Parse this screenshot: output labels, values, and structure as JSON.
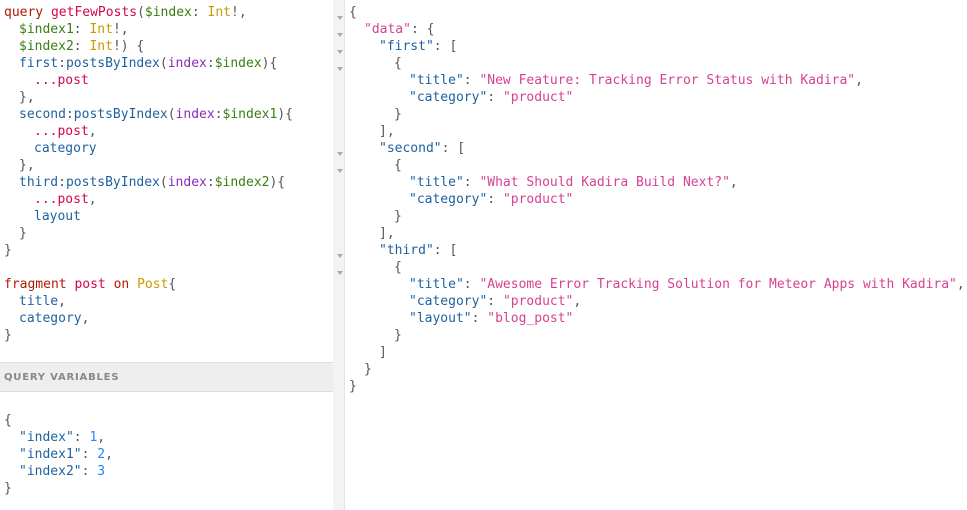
{
  "query": {
    "line1": {
      "kw": "query",
      "name": "getFewPosts",
      "p1": "(",
      "v": "$index",
      "c": ": ",
      "t": "Int",
      "e": "!,"
    },
    "line2": {
      "v": "$index1",
      "c": ": ",
      "t": "Int",
      "e": "!,"
    },
    "line3": {
      "v": "$index2",
      "c": ": ",
      "t": "Int",
      "e": "!) {"
    },
    "line4": {
      "alias": "first",
      "c": ":",
      "field": "postsByIndex",
      "p": "(",
      "arg": "index",
      "c2": ":",
      "v": "$index",
      "e": "){"
    },
    "line5": {
      "spread": "...post"
    },
    "line6": {
      "t": "},"
    },
    "line7": {
      "alias": "second",
      "c": ":",
      "field": "postsByIndex",
      "p": "(",
      "arg": "index",
      "c2": ":",
      "v": "$index1",
      "e": "){"
    },
    "line8": {
      "spread": "...post",
      "e": ","
    },
    "line9": {
      "field": "category"
    },
    "line10": {
      "t": "},"
    },
    "line11": {
      "alias": "third",
      "c": ":",
      "field": "postsByIndex",
      "p": "(",
      "arg": "index",
      "c2": ":",
      "v": "$index2",
      "e": "){"
    },
    "line12": {
      "spread": "...post",
      "e": ","
    },
    "line13": {
      "field": "layout"
    },
    "line14": {
      "t": "}"
    },
    "line15": {
      "t": "}"
    },
    "line16": {
      "kw": "fragment",
      "name": "post",
      "on": "on",
      "type": "Post",
      "e": "{"
    },
    "line17": {
      "field": "title",
      "e": ","
    },
    "line18": {
      "field": "category",
      "e": ","
    },
    "line19": {
      "t": "}"
    }
  },
  "query_variables": {
    "header": "QUERY VARIABLES",
    "open": "{",
    "rows": [
      {
        "key": "\"index\"",
        "sep": ": ",
        "val": "1",
        "end": ","
      },
      {
        "key": "\"index1\"",
        "sep": ": ",
        "val": "2",
        "end": ","
      },
      {
        "key": "\"index2\"",
        "sep": ": ",
        "val": "3",
        "end": ""
      }
    ],
    "close": "}"
  },
  "result": {
    "l1": "{",
    "l2": {
      "key": "\"data\"",
      "e": ": {"
    },
    "l3": {
      "key": "\"first\"",
      "e": ": ["
    },
    "l4": "{",
    "l5": {
      "key": "\"title\"",
      "sep": ": ",
      "val": "\"New Feature: Tracking Error Status with Kadira\"",
      "e": ","
    },
    "l6": {
      "key": "\"category\"",
      "sep": ": ",
      "val": "\"product\"",
      "e": ""
    },
    "l7": "}",
    "l8": "],",
    "l9": {
      "key": "\"second\"",
      "e": ": ["
    },
    "l10": "{",
    "l11": {
      "key": "\"title\"",
      "sep": ": ",
      "val": "\"What Should Kadira Build Next?\"",
      "e": ","
    },
    "l12": {
      "key": "\"category\"",
      "sep": ": ",
      "val": "\"product\"",
      "e": ""
    },
    "l13": "}",
    "l14": "],",
    "l15": {
      "key": "\"third\"",
      "e": ": ["
    },
    "l16": "{",
    "l17": {
      "key": "\"title\"",
      "sep": ": ",
      "val": "\"Awesome Error Tracking Solution for Meteor Apps with Kadira\"",
      "e": ","
    },
    "l18": {
      "key": "\"category\"",
      "sep": ": ",
      "val": "\"product\"",
      "e": ","
    },
    "l19": {
      "key": "\"layout\"",
      "sep": ": ",
      "val": "\"blog_post\"",
      "e": ""
    },
    "l20": "}",
    "l21": "]",
    "l22": "}",
    "l23": "}"
  },
  "colors": {
    "keyword": "#b11a04",
    "definition": "#d2054e",
    "variable": "#397d13",
    "type": "#ca9800",
    "field": "#1f61a0",
    "argument": "#8b2bb9",
    "string": "#d64292",
    "number": "#2882f9"
  },
  "icons": {
    "fold_marker": "chevron-down-icon"
  }
}
